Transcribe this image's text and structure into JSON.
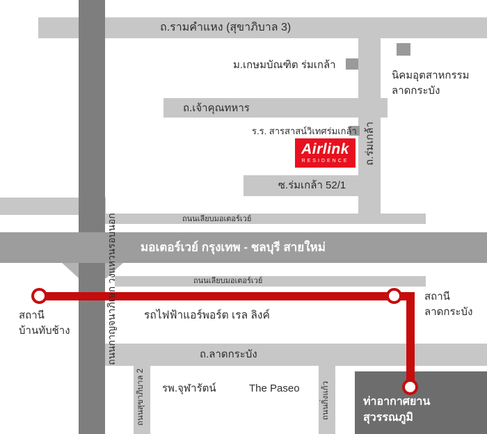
{
  "colors": {
    "road_light": "#c7c7c7",
    "road_medium": "#9d9d9d",
    "road_dark": "#7e7e7e",
    "interchange_gray": "#b3b3b3",
    "airport_fill": "#6d6d6d",
    "rail_red": "#c60c0c",
    "logo_red": "#e8101e",
    "marker_gray": "#9a9a9a",
    "text_dark": "#2d2d2d"
  },
  "roads": {
    "ramkhamhaeng": "ถ.รามคำแหง (สุขาภิบาล 3)",
    "kanchanaphisek": "ถนนกาญจนาภิเษก วงแหวนรอบนอก",
    "chao_khun_thahan": "ถ.เจ้าคุณทหาร",
    "romklao": "ถ.ร่มเกล้า",
    "soi_romklao": "ซ.ร่มเกล้า 52/1",
    "frontage_north": "ถนนเลียบมอเตอร์เวย์",
    "motorway": "มอเตอร์เวย์ กรุงเทพ - ชลบุรี สายใหม่",
    "frontage_south": "ถนนเลียบมอเตอร์เวย์",
    "lat_krabang": "ถ.ลาดกระบัง",
    "sukhaphiban_2": "ถนนสุขาภิบาล 2",
    "king_kaeo": "ถนนกิ่งแก้ว"
  },
  "places": {
    "university": "ม.เกษมบัณฑิต ร่มเกล้า",
    "industrial_line1": "นิคมอุตสาหกรรม",
    "industrial_line2": "ลาดกระบัง",
    "school": "ร.ร. สารสาสน์วิเทศร่มเกล้า",
    "hospital": "รพ.จุฬารัตน์",
    "paseo": "The Paseo",
    "airport_line1": "ท่าอากาศยาน",
    "airport_line2": "สุวรรณภูมิ"
  },
  "rail": {
    "line_label": "รถไฟฟ้าแอร์พอร์ต เรล ลิงค์",
    "stations": {
      "lat_krabang": {
        "line1": "สถานี",
        "line2": "ลาดกระบัง"
      },
      "ban_thap_chang": {
        "line1": "สถานี",
        "line2": "บ้านทับช้าง"
      }
    }
  },
  "logo": {
    "name": "Airlink",
    "subtitle": "RESIDENCE"
  }
}
